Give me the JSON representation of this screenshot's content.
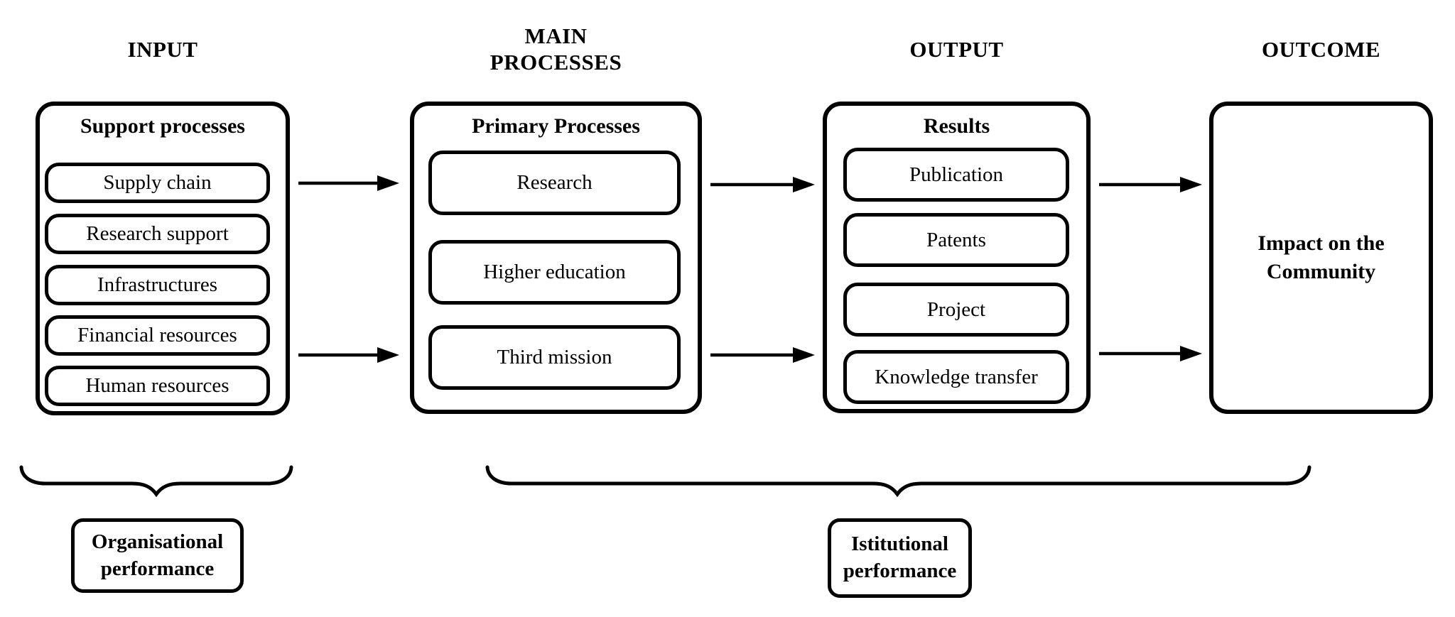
{
  "diagram": {
    "background_color": "#ffffff",
    "stroke_color": "#000000",
    "columns": [
      {
        "heading": "INPUT",
        "title": "Support processes",
        "items": [
          "Supply chain",
          "Research support",
          "Infrastructures",
          "Financial resources",
          "Human resources"
        ]
      },
      {
        "heading": "MAIN PROCESSES",
        "title": "Primary Processes",
        "items": [
          "Research",
          "Higher education",
          "Third mission"
        ]
      },
      {
        "heading": "OUTPUT",
        "title": "Results",
        "items": [
          "Publication",
          "Patents",
          "Project",
          "Knowledge transfer"
        ]
      },
      {
        "heading": "OUTCOME",
        "body": "Impact on the Community"
      }
    ],
    "braces": [
      {
        "label": "Organisational performance"
      },
      {
        "label": "Istitutional performance"
      }
    ]
  }
}
